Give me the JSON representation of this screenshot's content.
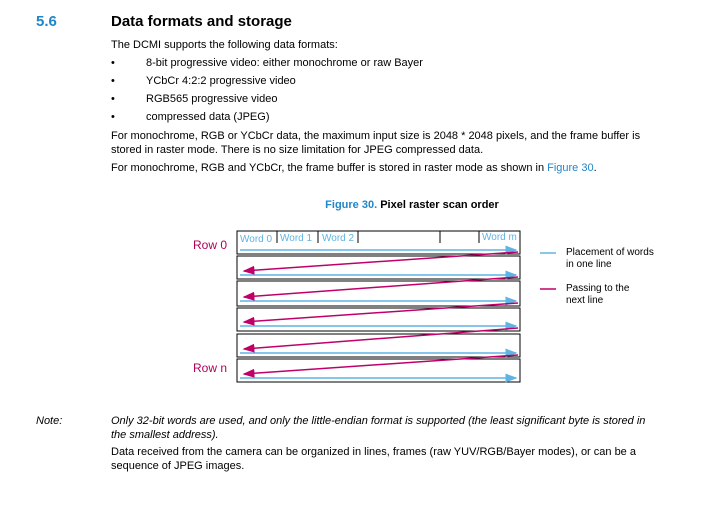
{
  "section": {
    "number": "5.6",
    "title": "Data formats and storage"
  },
  "intro": "The DCMI supports the following data formats:",
  "bullet_glyph": "•",
  "bullets": [
    "8-bit progressive video: either monochrome or raw Bayer",
    "YCbCr 4:2:2 progressive video",
    "RGB565 progressive video",
    "compressed data (JPEG)"
  ],
  "para1": {
    "line1": "For monochrome, RGB or YCbCr data, the maximum input size is 2048 * 2048 pixels, and the frame buffer is",
    "line2": "stored in raster mode. There is no size limitation for JPEG compressed data."
  },
  "para2": {
    "text": "For monochrome, RGB and YCbCr, the frame buffer is stored in raster mode as shown in ",
    "link": "Figure 30",
    "end": "."
  },
  "figure": {
    "number": "Figure 30.",
    "title": "Pixel raster scan order",
    "row_first": "Row 0",
    "row_last": "Row n",
    "words": [
      "Word 0",
      "Word 1",
      "Word 2",
      "Word m"
    ],
    "legend": [
      {
        "line1": "Placement of words",
        "line2": "in one line",
        "color": "#5fb4e3"
      },
      {
        "line1": "Passing to the",
        "line2": "next line",
        "color": "#c0006a"
      }
    ]
  },
  "note": {
    "label": "Note:",
    "line1": "Only 32-bit words are used, and only the little-endian format is supported (the least significant byte is stored in",
    "line2": "the smallest address).",
    "line3": "Data received from the camera can be organized in lines, frames (raw YUV/RGB/Bayer modes), or can be a",
    "line4": "sequence of JPEG images."
  }
}
